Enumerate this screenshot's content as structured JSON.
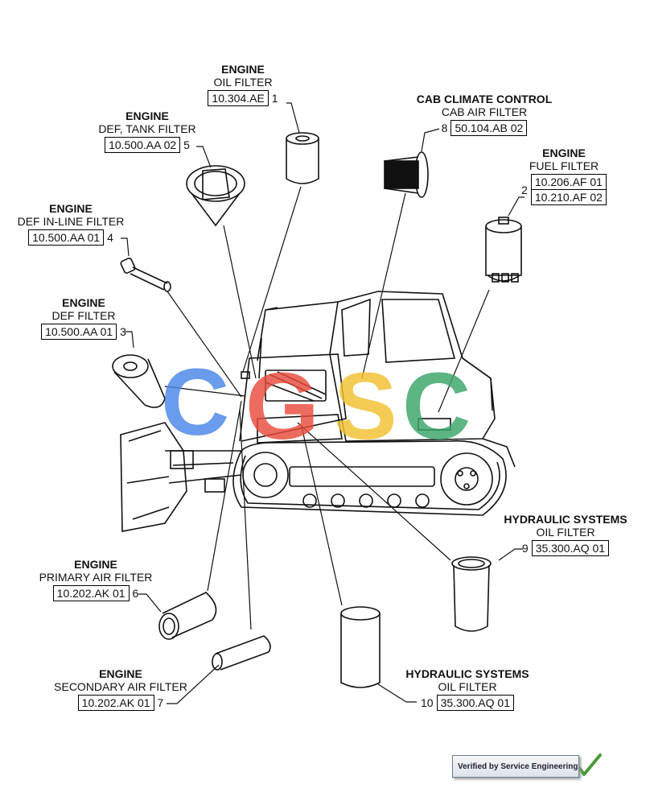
{
  "callouts": [
    {
      "id": 1,
      "system": "ENGINE",
      "component": "OIL FILTER",
      "codes": [
        "10.304.AE"
      ]
    },
    {
      "id": 5,
      "system": "ENGINE",
      "component": "DEF, TANK FILTER",
      "codes": [
        "10.500.AA 02"
      ]
    },
    {
      "id": 4,
      "system": "ENGINE",
      "component": "DEF IN-LINE FILTER",
      "codes": [
        "10.500.AA 01"
      ]
    },
    {
      "id": 3,
      "system": "ENGINE",
      "component": "DEF FILTER",
      "codes": [
        "10.500.AA 01"
      ]
    },
    {
      "id": 8,
      "system": "CAB CLIMATE CONTROL",
      "component": "CAB AIR FILTER",
      "codes": [
        "50.104.AB 02"
      ]
    },
    {
      "id": 2,
      "system": "ENGINE",
      "component": "FUEL FILTER",
      "codes": [
        "10.206.AF 01",
        "10.210.AF 02"
      ]
    },
    {
      "id": 9,
      "system": "HYDRAULIC SYSTEMS",
      "component": "OIL FILTER",
      "codes": [
        "35.300.AQ 01"
      ]
    },
    {
      "id": 6,
      "system": "ENGINE",
      "component": "PRIMARY AIR FILTER",
      "codes": [
        "10.202.AK 01"
      ]
    },
    {
      "id": 7,
      "system": "ENGINE",
      "component": "SECONDARY AIR FILTER",
      "codes": [
        "10.202.AK 01"
      ]
    },
    {
      "id": 10,
      "system": "HYDRAULIC SYSTEMS",
      "component": "OIL FILTER",
      "codes": [
        "35.300.AQ 01"
      ]
    }
  ],
  "badge": {
    "text": "Verified by Service Engineering",
    "check_color": "#4a9a3a"
  },
  "watermark": {
    "letters": [
      "C",
      "G",
      "S",
      "C"
    ],
    "colors": [
      "#4a86e8",
      "#e84c3d",
      "#f2c230",
      "#3aa66a"
    ]
  },
  "line_color": "#111111"
}
